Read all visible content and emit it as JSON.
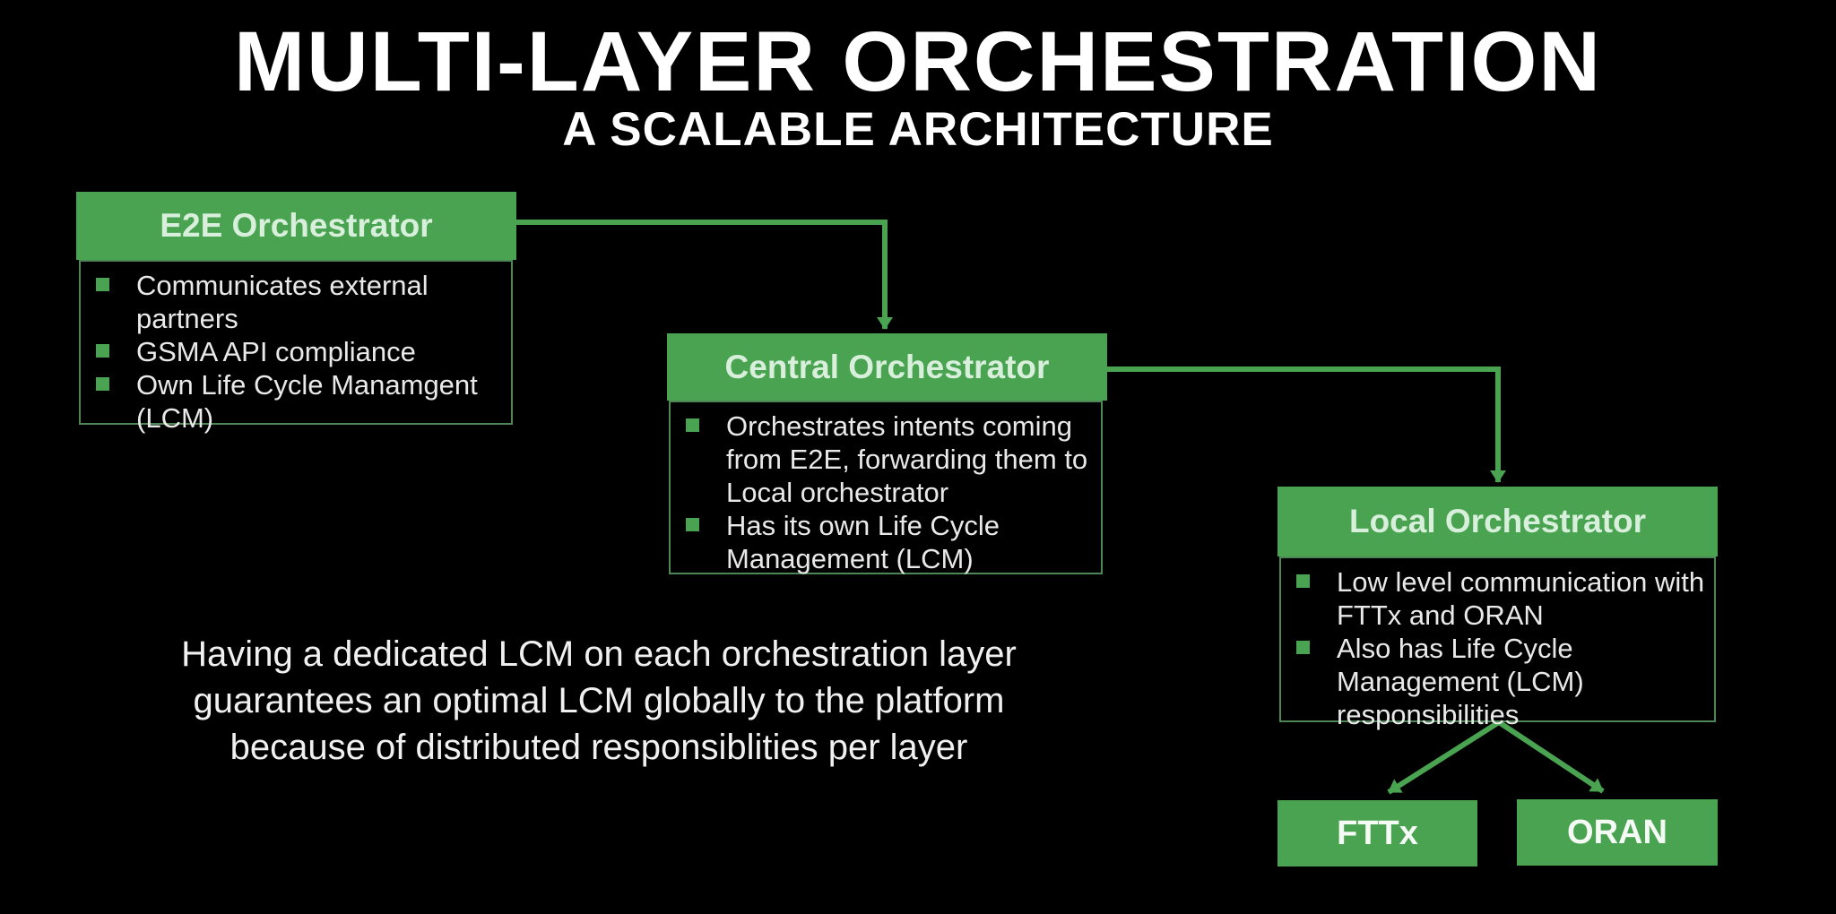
{
  "slide": {
    "title": "MULTI-LAYER ORCHESTRATION",
    "subtitle": "A SCALABLE ARCHITECTURE"
  },
  "orchestrators": {
    "e2e": {
      "header": "E2E Orchestrator",
      "bullets": [
        "Communicates external partners",
        "GSMA API compliance",
        "Own Life Cycle Manamgent (LCM)"
      ]
    },
    "central": {
      "header": "Central Orchestrator",
      "bullets": [
        "Orchestrates intents coming from E2E, forwarding them to Local orchestrator",
        "Has its own Life Cycle Management (LCM)"
      ]
    },
    "local": {
      "header": "Local Orchestrator",
      "bullets": [
        "Low level communication with FTTx and ORAN",
        "Also has Life Cycle Management (LCM) responsibilities"
      ]
    }
  },
  "leaves": {
    "fttx": "FTTx",
    "oran": "ORAN"
  },
  "note": {
    "lines": [
      "Having a dedicated LCM on each orchestration layer",
      "guarantees an optimal LCM globally to the platform",
      "because of distributed responsiblities per layer"
    ]
  },
  "colors": {
    "background": "#000000",
    "green": "#4aa351",
    "header_text": "#d7efdb",
    "leaf_text": "#f4faf4",
    "body_text": "#e9e9e9",
    "note_text": "#f0f0f0",
    "title_text": "#ffffff",
    "border": "#4f8656"
  }
}
